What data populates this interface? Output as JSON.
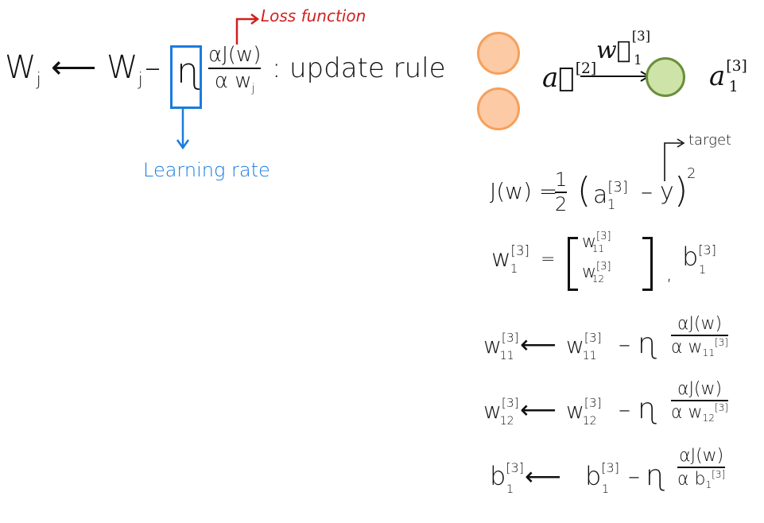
{
  "colors": {
    "loss": "#d11f1f",
    "learning": "#1a7be0",
    "box": "#1a7be0",
    "ink": "#111111",
    "orange_fill": "#fccaa4",
    "orange_stroke": "#f5a05c",
    "green_fill": "#cde3a8",
    "green_stroke": "#6a8f3a"
  },
  "top_rule": {
    "lhs": "W",
    "lhs_sub": "j",
    "arrow": "⟵",
    "rhs": "W",
    "rhs_sub": "j",
    "minus": "–",
    "eta": "ɳ",
    "frac_num": "αJ(w)",
    "frac_den_base": "α w",
    "frac_den_sub": "j",
    "colon": ":",
    "label": "update rule",
    "loss_label": "Loss function",
    "learning_label": "Learning rate"
  },
  "network": {
    "input_label_base": "a⃗",
    "input_label_sup": "[2]",
    "weight_label_base": "w⃗",
    "weight_label_sub": "1",
    "weight_label_sup": "[3]",
    "output_label_base": "a",
    "output_label_sub": "1",
    "output_label_sup": "[3]"
  },
  "target_label": "target",
  "cost": {
    "lhs": "J(w) =",
    "half_num": "1",
    "half_den": "2",
    "open": "(",
    "a_base": "a",
    "a_sub": "1",
    "a_sup": "[3]",
    "minus": "–",
    "y": "y",
    "close": ")",
    "power": "2"
  },
  "weights": {
    "lhs_base": "w",
    "lhs_sub": "1",
    "lhs_sup": "[3]",
    "eq": "=",
    "entry1_base": "w",
    "entry1_sub": "11",
    "entry1_sup": "[3]",
    "entry2_base": "w",
    "entry2_sub": "12",
    "entry2_sup": "[3]",
    "comma": ",",
    "b_base": "b",
    "b_sub": "1",
    "b_sup": "[3]"
  },
  "updates": [
    {
      "lhs_base": "w",
      "lhs_sub": "11",
      "sup": "[3]",
      "rhs_base": "w",
      "rhs_sub": "11",
      "eta": "ɳ",
      "num": "αJ(w)",
      "den_base": "α w",
      "den_sub": "11"
    },
    {
      "lhs_base": "w",
      "lhs_sub": "12",
      "sup": "[3]",
      "rhs_base": "w",
      "rhs_sub": "12",
      "eta": "ɳ",
      "num": "αJ(w)",
      "den_base": "α w",
      "den_sub": "12"
    },
    {
      "lhs_base": "b",
      "lhs_sub": "1",
      "sup": "[3]",
      "rhs_base": "b",
      "rhs_sub": "1",
      "eta": "ɳ",
      "num": "αJ(w)",
      "den_base": "α b",
      "den_sub": "1"
    }
  ],
  "update_arrow": "⟵",
  "update_minus": "–"
}
